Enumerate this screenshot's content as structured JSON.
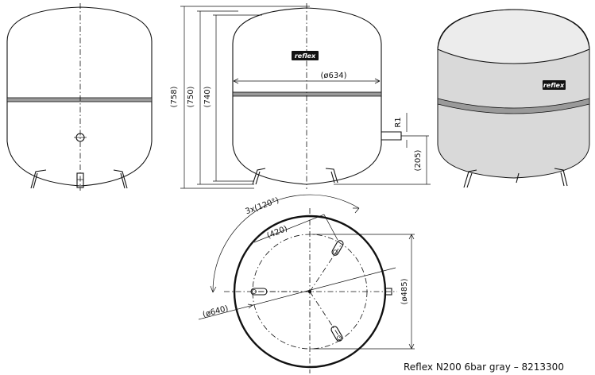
{
  "dimensions": {
    "height_758": "(758)",
    "height_750": "(750)",
    "height_740": "(740)",
    "diameter_634": "(ø634)",
    "connection_r1": "R1",
    "connection_height_205": "(205)",
    "angle_3x120": "3x(120°)",
    "radius_420": "(420)",
    "diameter_640": "(ø640)",
    "diameter_485": "(ø485)"
  },
  "logo_text": "reflex",
  "caption": "Reflex N200 6bar gray – 8213300",
  "colors": {
    "band": "#9a9a9a",
    "tank_body": "#d9d9d9",
    "line": "#111111"
  }
}
